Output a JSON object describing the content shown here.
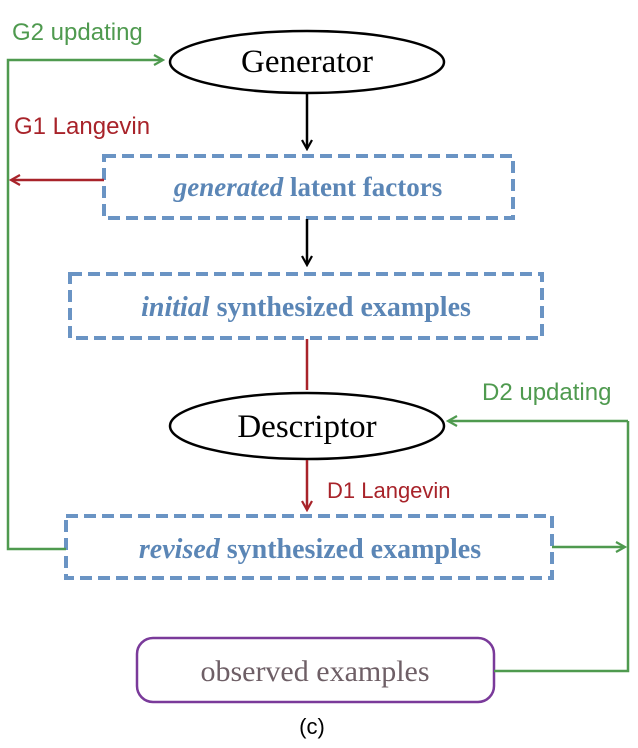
{
  "colors": {
    "green": "#4f9a4f",
    "red": "#a8232a",
    "blue_dash": "#6a94c4",
    "blue_text": "#5b86b6",
    "black": "#000000",
    "purple": "#7a3a9a",
    "olive_text": "#6e5f66"
  },
  "nodes": {
    "generator": "Generator",
    "generated_latent": {
      "italic": "generated",
      "rest": "latent factors"
    },
    "initial_synth": {
      "italic": "initial",
      "rest": "synthesized examples"
    },
    "descriptor": "Descriptor",
    "revised_synth": {
      "italic": "revised",
      "rest": "synthesized examples"
    },
    "observed": "observed examples"
  },
  "edges": {
    "g2": "G2 updating",
    "g1": "G1 Langevin",
    "d2": "D2 updating",
    "d1": "D1 Langevin"
  },
  "caption": "(c)"
}
